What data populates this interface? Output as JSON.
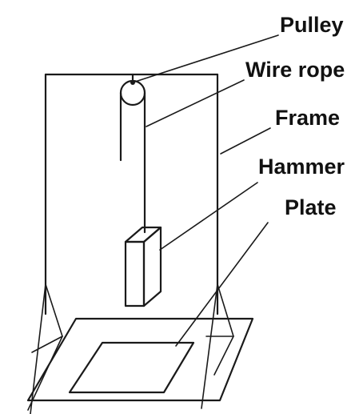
{
  "labels": {
    "pulley": "Pulley",
    "wire_rope": "Wire rope",
    "frame": "Frame",
    "hammer": "Hammer",
    "plate": "Plate"
  },
  "colors": {
    "line": "#1a1a1a",
    "text": "#111111",
    "background": "#ffffff"
  }
}
